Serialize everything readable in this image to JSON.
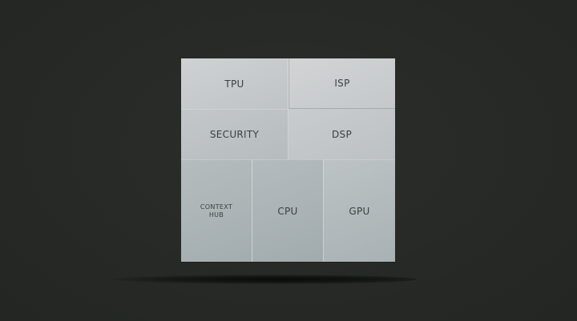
{
  "diagram": {
    "title": "",
    "blocks": [
      {
        "id": "tpu",
        "label": "TPU"
      },
      {
        "id": "isp",
        "label": "ISP"
      },
      {
        "id": "security",
        "label": "SECURITY"
      },
      {
        "id": "dsp",
        "label": "DSP"
      },
      {
        "id": "context-hub",
        "label": "CONTEXT\nHUB",
        "lines": [
          "CONTEXT",
          "HUB"
        ]
      },
      {
        "id": "cpu",
        "label": "CPU"
      },
      {
        "id": "gpu",
        "label": "GPU"
      }
    ]
  },
  "colors": {
    "background": "#262925",
    "chip_light": "#cfd2d3",
    "chip_dark": "#a1abae",
    "label": "#3a3f41"
  }
}
